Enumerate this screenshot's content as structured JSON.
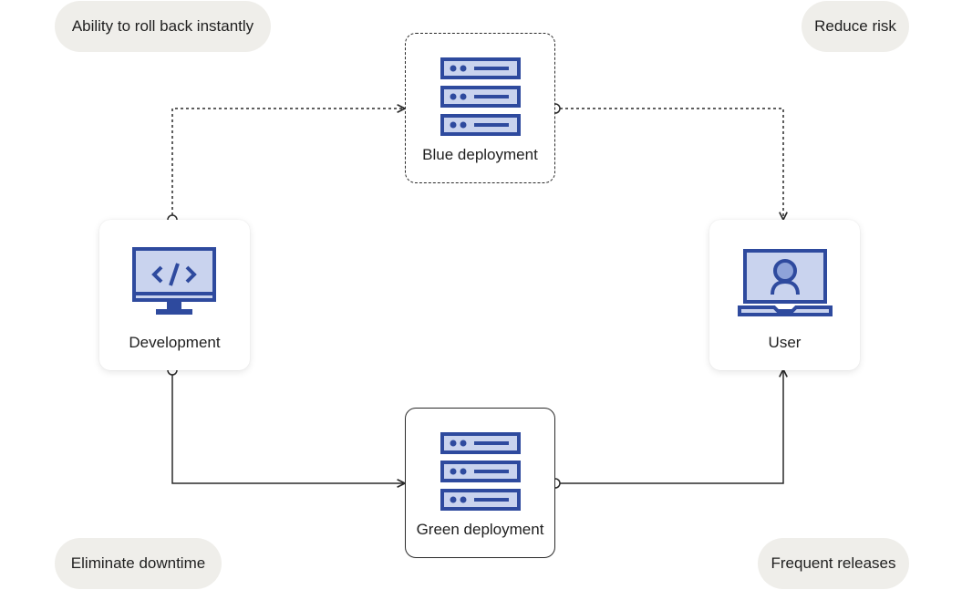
{
  "colors": {
    "icon_stroke": "#2e4a9e",
    "icon_fill": "#c9d3ee",
    "pill_bg": "#efeeea",
    "connector": "#2a2a2a"
  },
  "benefits": {
    "top_left": "Ability to roll back instantly",
    "top_right": "Reduce risk",
    "bottom_left": "Eliminate downtime",
    "bottom_right": "Frequent releases"
  },
  "nodes": {
    "development": {
      "label": "Development",
      "icon": "code-monitor-icon"
    },
    "blue": {
      "label": "Blue deployment",
      "icon": "server-stack-icon"
    },
    "green": {
      "label": "Green deployment",
      "icon": "server-stack-icon"
    },
    "user": {
      "label": "User",
      "icon": "user-laptop-icon"
    }
  },
  "connections": [
    {
      "from": "development",
      "to": "blue",
      "style": "dashed"
    },
    {
      "from": "blue",
      "to": "user",
      "style": "dashed"
    },
    {
      "from": "development",
      "to": "green",
      "style": "solid"
    },
    {
      "from": "green",
      "to": "user",
      "style": "solid"
    }
  ]
}
